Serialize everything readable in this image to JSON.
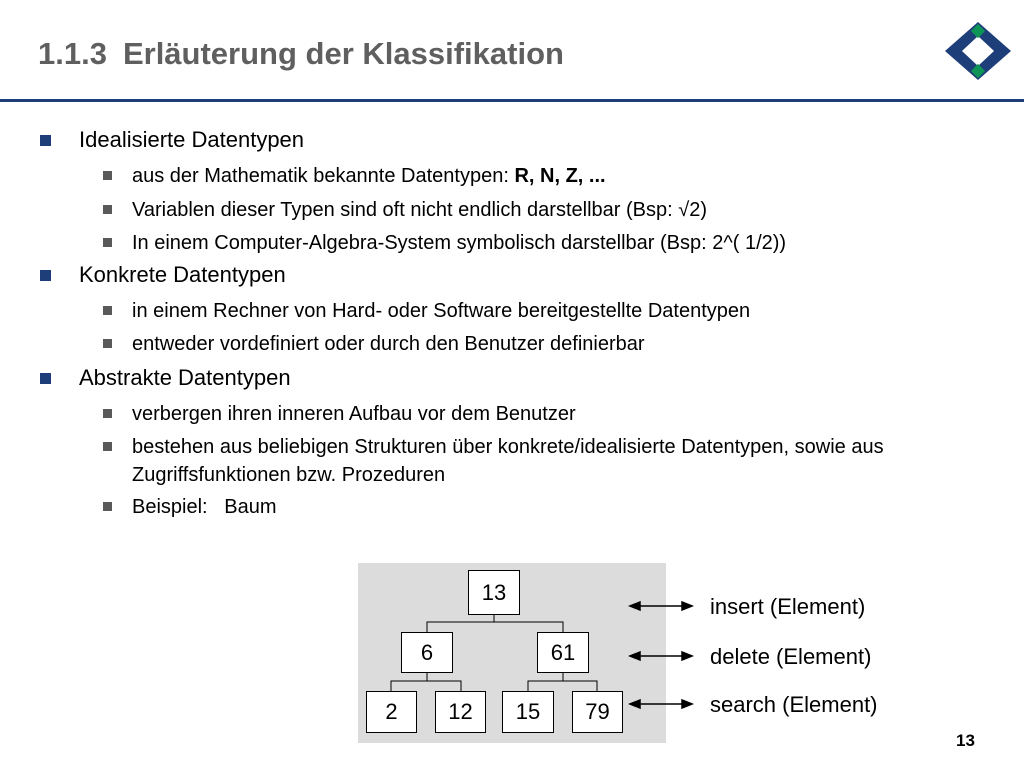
{
  "header": {
    "section_number": "1.1.3",
    "title": "Erläuterung der Klassifikation",
    "accent_color": "#1d3e79",
    "logo_color": "#0f9457"
  },
  "bullets": [
    {
      "text": "Idealisierte Datentypen",
      "sub": [
        {
          "text": "aus der Mathematik bekannte Datentypen: ",
          "bold": "R, N, Z, ..."
        },
        {
          "text": "Variablen dieser Typen sind oft nicht endlich darstellbar (Bsp: √2)"
        },
        {
          "text": "In einem Computer-Algebra-System symbolisch darstellbar (Bsp: 2^( 1/2))"
        }
      ]
    },
    {
      "text": "Konkrete Datentypen",
      "sub": [
        {
          "text": "in einem Rechner von Hard- oder Software bereitgestellte Datentypen"
        },
        {
          "text": "entweder vordefiniert oder durch den Benutzer definierbar"
        }
      ]
    },
    {
      "text": "Abstrakte Datentypen",
      "sub": [
        {
          "text": "verbergen ihren inneren Aufbau vor dem Benutzer"
        },
        {
          "text": "bestehen aus beliebigen Strukturen über konkrete/idealisierte Datentypen, sowie aus Zugriffsfunktionen bzw. Prozeduren"
        },
        {
          "text": "Beispiel:   Baum"
        }
      ]
    }
  ],
  "tree": {
    "root": "13",
    "level2": [
      "6",
      "61"
    ],
    "leaves": [
      "2",
      "12",
      "15",
      "79"
    ]
  },
  "operations": [
    "insert (Element)",
    "delete (Element)",
    "search (Element)"
  ],
  "footer": {
    "page_number": "13"
  }
}
